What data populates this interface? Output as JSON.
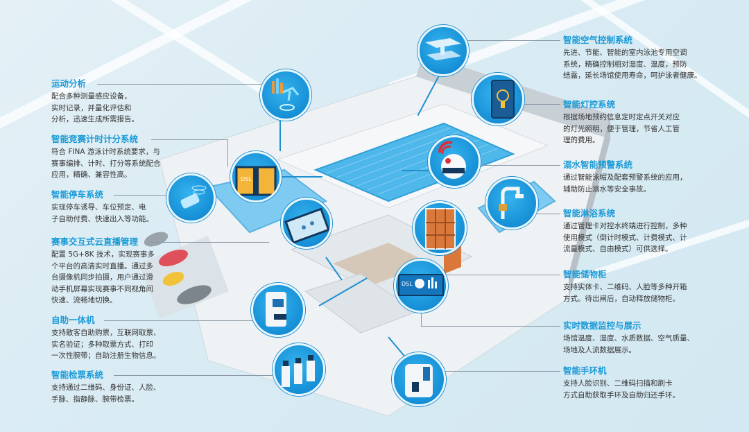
{
  "left_panels": [
    {
      "title": "运动分析",
      "desc": [
        "配合多种测量感应设备，",
        "实时记录，并量化评估和",
        "分析，迅速生成所需报告。"
      ]
    },
    {
      "title": "智能竞赛计时计分系统",
      "desc": [
        "符合 FINA 游泳计时系统要求，与",
        "赛事编排、计时、打分等系统配合",
        "应用，精确、兼容性高。"
      ]
    },
    {
      "title": "智能停车系统",
      "desc": [
        "实现停车诱导、车位预定、电",
        "子自助付费、快速出入等功能。"
      ]
    },
    {
      "title": "赛事交互式云直播管理",
      "desc": [
        "配置 5G+8K 技术，实现赛事多",
        "个平台的高清实时直播。通过多",
        "台摄像机同步拍摄，用户通过滑",
        "动手机屏幕实现赛事不同视角间",
        "快速、流畅地切换。"
      ]
    },
    {
      "title": "自助一体机",
      "desc": [
        "支持散客自助购票，互联网取票、",
        "实名验证；多种取票方式、打印",
        "一次性腕带；自助注册生物信息。"
      ]
    },
    {
      "title": "智能检票系统",
      "desc": [
        "支持通过二维码、身份证、人脸、",
        "手脉、指静脉、腕带检票。"
      ]
    }
  ],
  "right_panels": [
    {
      "title": "智能空气控制系统",
      "desc": [
        "先进、节能、智能的室内泳池专用空调",
        "系统，精确控制相对湿度、温度，预防",
        "结露，延长场馆使用寿命，呵护泳者健康。"
      ]
    },
    {
      "title": "智能灯控系统",
      "desc": [
        "根据场地预约信息定时定点开关对应",
        "的灯光照明，便于管理，节省人工管",
        "理的费用。"
      ]
    },
    {
      "title": "溺水智能预警系统",
      "desc": [
        "通过智能泳帽及配套预警系统的应用，",
        "辅助防止溺水等安全事故。"
      ]
    },
    {
      "title": "智能淋浴系统",
      "desc": [
        "通过管理卡对控水终端进行控制，多种",
        "使用模式（倒计时模式、计费模式、计",
        "流量模式、自由模式）可供选择。"
      ]
    },
    {
      "title": "智能储物柜",
      "desc": [
        "支持实体卡、二维码、人脸等多种开箱",
        "方式。待出闸后，自动释放储物柜。"
      ]
    },
    {
      "title": "实时数据监控与展示",
      "desc": [
        "场馆温度、湿度、水质数据、空气质量、",
        "场地及人流数据展示。"
      ]
    },
    {
      "title": "智能手环机",
      "desc": [
        "支持人脸识别、二维码扫描和刷卡",
        "方式自助获取手环及自助归还手环。"
      ]
    }
  ],
  "illustration": {
    "screen_label": "DSL",
    "colors": {
      "accent": "#1a9ad7",
      "circle": "#168fd6",
      "pool": "#4fb8ea",
      "floor": "#e9eef1",
      "locker": "#d9783a",
      "car_red": "#e0505a",
      "car_yellow": "#f2c33a",
      "car_gray": "#7d858c"
    }
  }
}
